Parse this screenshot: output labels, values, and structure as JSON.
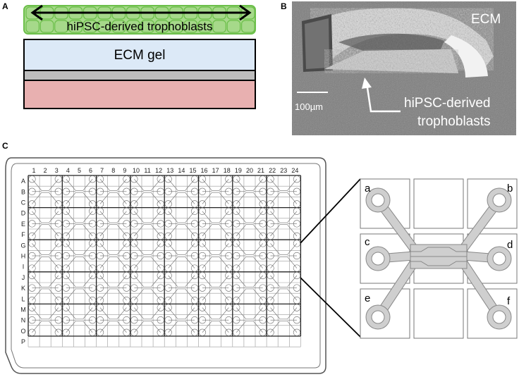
{
  "panels": {
    "a": {
      "letter": "A",
      "cells_label": "hiPSC-derived trophoblasts",
      "gel_label": "ECM gel",
      "colors": {
        "cells": "#a6d98a",
        "cells_border": "#6cbf4a",
        "gel": "#dce9f7",
        "membrane": "#bdbdbd",
        "bottom": "#e8b0b0"
      }
    },
    "b": {
      "letter": "B",
      "ecm_label": "ECM",
      "scale_label": "100µm",
      "cells_label_line1": "hiPSC-derived",
      "cells_label_line2": "trophoblasts"
    },
    "c": {
      "letter": "C",
      "column_numbers": [
        "1",
        "2",
        "3",
        "4",
        "5",
        "6",
        "7",
        "8",
        "9",
        "10",
        "11",
        "12",
        "13",
        "14",
        "15",
        "16",
        "17",
        "18",
        "19",
        "20",
        "21",
        "22",
        "23",
        "24"
      ],
      "row_letters": [
        "A",
        "B",
        "C",
        "D",
        "E",
        "F",
        "G",
        "H",
        "I",
        "J",
        "K",
        "L",
        "M",
        "N",
        "O",
        "P"
      ],
      "zoom_well_labels": [
        "a",
        "b",
        "c",
        "d",
        "e",
        "f"
      ]
    }
  }
}
